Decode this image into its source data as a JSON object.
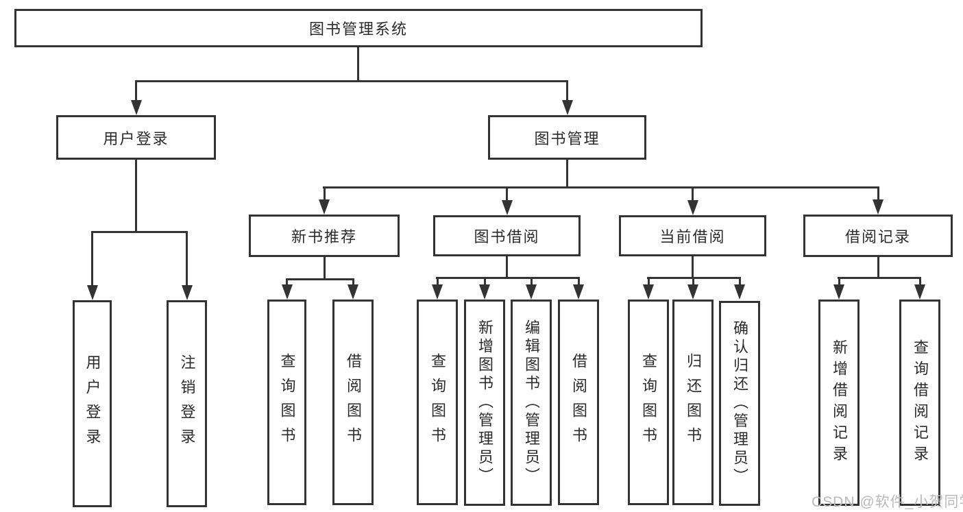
{
  "tree": {
    "root": {
      "label": "图书管理系统",
      "children": [
        {
          "label": "用户登录",
          "children": [
            {
              "label": "用户登录"
            },
            {
              "label": "注销登录"
            }
          ]
        },
        {
          "label": "图书管理",
          "children": [
            {
              "label": "新书推荐",
              "children": [
                {
                  "label": "查询图书"
                },
                {
                  "label": "借阅图书"
                }
              ]
            },
            {
              "label": "图书借阅",
              "children": [
                {
                  "label": "查询图书"
                },
                {
                  "label": "新增图书（管理员）"
                },
                {
                  "label": "编辑图书（管理员）"
                },
                {
                  "label": "借阅图书"
                }
              ]
            },
            {
              "label": "当前借阅",
              "children": [
                {
                  "label": "查询图书"
                },
                {
                  "label": "归还图书"
                },
                {
                  "label": "确认归还（管理员）"
                }
              ]
            },
            {
              "label": "借阅记录",
              "children": [
                {
                  "label": "新增借阅记录"
                },
                {
                  "label": "查询借阅记录"
                }
              ]
            }
          ]
        }
      ]
    }
  },
  "watermark": {
    "text": "CSDN @软件_小贺同学"
  },
  "colors": {
    "line": "#333333",
    "text": "#2b2b2b",
    "watermark": "#b9b9b9",
    "background": "#ffffff"
  }
}
